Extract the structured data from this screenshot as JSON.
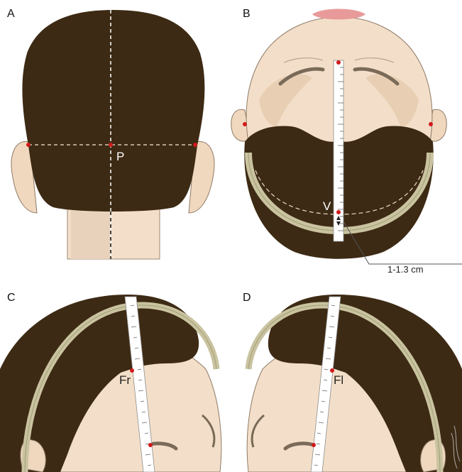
{
  "panels": {
    "a": {
      "letter": "A",
      "point_label": "P"
    },
    "b": {
      "letter": "B",
      "point_label": "V",
      "measurement": "1-1.3 cm"
    },
    "c": {
      "letter": "C",
      "point_label": "Fr"
    },
    "d": {
      "letter": "D",
      "point_label": "Fl"
    }
  },
  "colors": {
    "hair": "#3d2a14",
    "skin": "#f3dfc9",
    "skin_shadow": "#e8cfb4",
    "landmark": "#d11a1a",
    "headband": "#c9c3a0",
    "tape": "#ffffff"
  }
}
